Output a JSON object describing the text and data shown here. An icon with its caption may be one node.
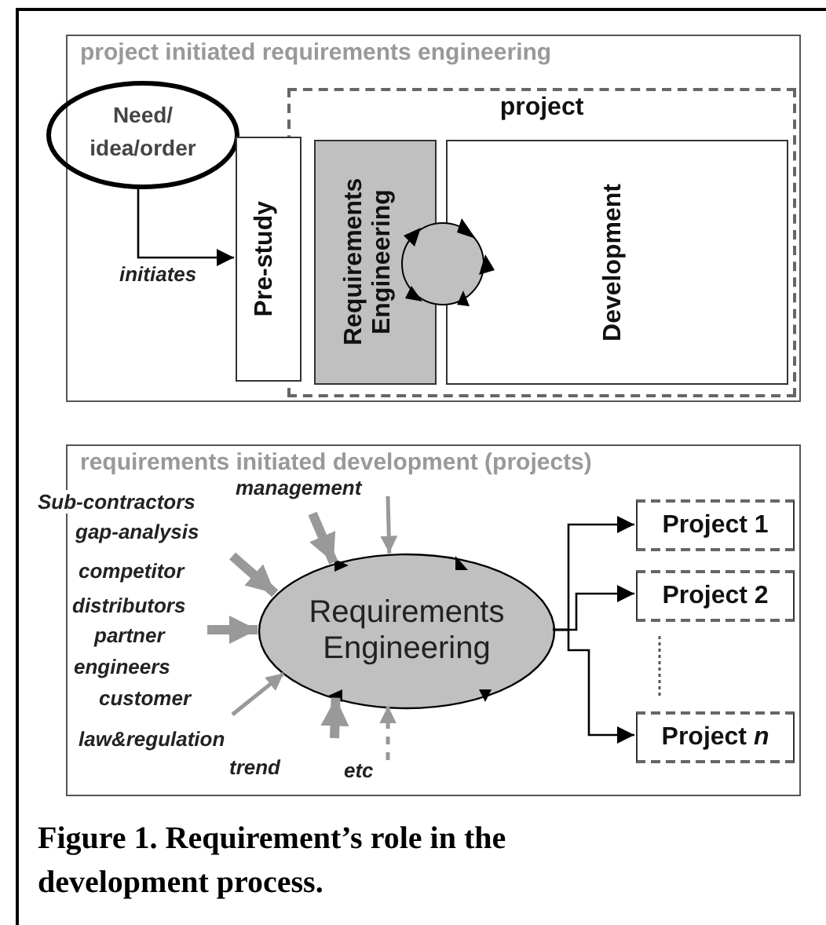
{
  "diagram": {
    "caption": "Figure 1. Requirement’s role in the development process.",
    "nodes": [
      {
        "text": [
          "project initiated requirements engineering"
        ]
      },
      {
        "text": [
          "Need/ idea/order"
        ],
        "in": 0
      },
      {
        "text": [
          "project"
        ],
        "in": 0
      },
      {
        "text": [
          "Pre-study"
        ],
        "in": 0
      },
      {
        "text": [
          "Requirements Engineering"
        ],
        "in": 2
      },
      {
        "text": [
          "Development"
        ],
        "in": 2
      },
      {
        "text": [
          "requirements initiated development (projects)"
        ]
      },
      {
        "text": [
          "Requirements Engineering"
        ],
        "in": 6
      },
      {
        "text": [
          "Project 1"
        ],
        "in": 6
      },
      {
        "text": [
          "Project 2"
        ],
        "in": 6
      },
      {
        "text": [
          "Project *n*"
        ],
        "in": 6
      }
    ],
    "edges": [
      {
        "from": 1,
        "to": 3,
        "arrow": "to",
        "label": "initiates",
        "color": "#000000"
      },
      {
        "from": 7,
        "to": 8,
        "arrow": "to",
        "color": "#000000"
      },
      {
        "from": 7,
        "to": 9,
        "arrow": "to",
        "color": "#000000"
      },
      {
        "from": 7,
        "to": 10,
        "arrow": "to",
        "color": "#000000"
      },
      {
        "from": null,
        "to": 7,
        "arrow": "to",
        "style": "thick"
      },
      {
        "from": null,
        "to": 7,
        "arrow": "to"
      },
      {
        "from": null,
        "to": 7,
        "arrow": "to",
        "style": "thick"
      },
      {
        "from": null,
        "to": 7,
        "arrow": "to",
        "style": "thick"
      },
      {
        "from": null,
        "to": 7,
        "arrow": "to"
      },
      {
        "from": null,
        "to": 7,
        "arrow": "to",
        "style": "thick"
      },
      {
        "from": null,
        "to": 7,
        "arrow": "to",
        "style": "dashed"
      }
    ],
    "labels": [
      "management",
      "Sub-contractors",
      "gap-analysis",
      "competitor",
      "distributors",
      "partner",
      "engineers",
      "customer",
      "law&regulation",
      "trend",
      "etc"
    ]
  }
}
